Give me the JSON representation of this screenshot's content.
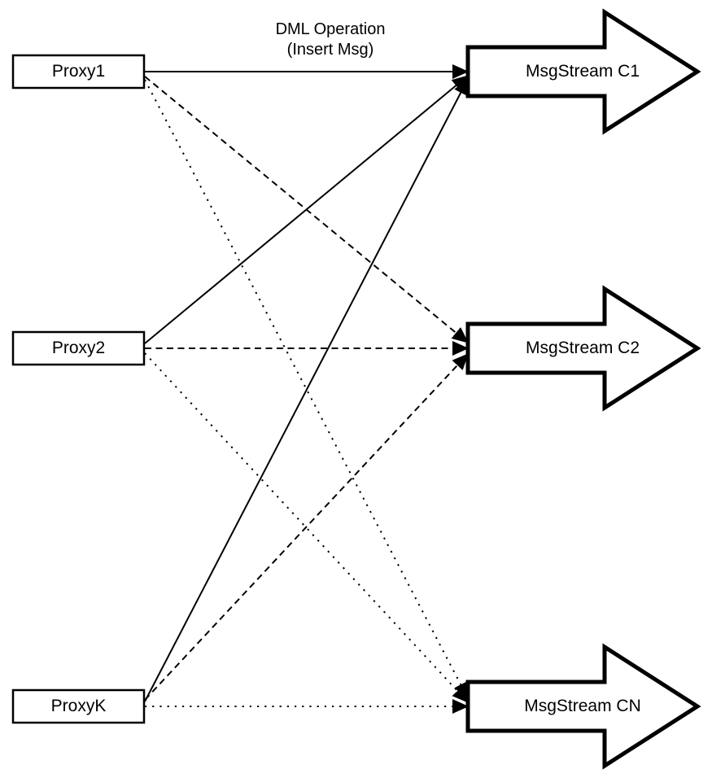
{
  "diagram": {
    "title": {
      "line1": "DML Operation",
      "line2": "(Insert Msg)"
    },
    "proxies": [
      {
        "id": "proxy1",
        "label": "Proxy1"
      },
      {
        "id": "proxy2",
        "label": "Proxy2"
      },
      {
        "id": "proxyk",
        "label": "ProxyK"
      }
    ],
    "streams": [
      {
        "id": "msgstream-c1",
        "label": "MsgStream C1"
      },
      {
        "id": "msgstream-c2",
        "label": "MsgStream C2"
      },
      {
        "id": "msgstream-cn",
        "label": "MsgStream CN"
      }
    ],
    "edges": [
      {
        "from": "Proxy1",
        "to": "MsgStream C1",
        "style": "solid"
      },
      {
        "from": "Proxy2",
        "to": "MsgStream C1",
        "style": "solid"
      },
      {
        "from": "ProxyK",
        "to": "MsgStream C1",
        "style": "solid"
      },
      {
        "from": "Proxy1",
        "to": "MsgStream C2",
        "style": "dashed"
      },
      {
        "from": "Proxy2",
        "to": "MsgStream C2",
        "style": "dashed"
      },
      {
        "from": "ProxyK",
        "to": "MsgStream C2",
        "style": "dashed"
      },
      {
        "from": "Proxy1",
        "to": "MsgStream CN",
        "style": "dotted"
      },
      {
        "from": "Proxy2",
        "to": "MsgStream CN",
        "style": "dotted"
      },
      {
        "from": "ProxyK",
        "to": "MsgStream CN",
        "style": "dotted"
      }
    ],
    "colors": {
      "line": "#000000",
      "shape_fill": "#ffffff",
      "background": "#ffffff"
    }
  }
}
